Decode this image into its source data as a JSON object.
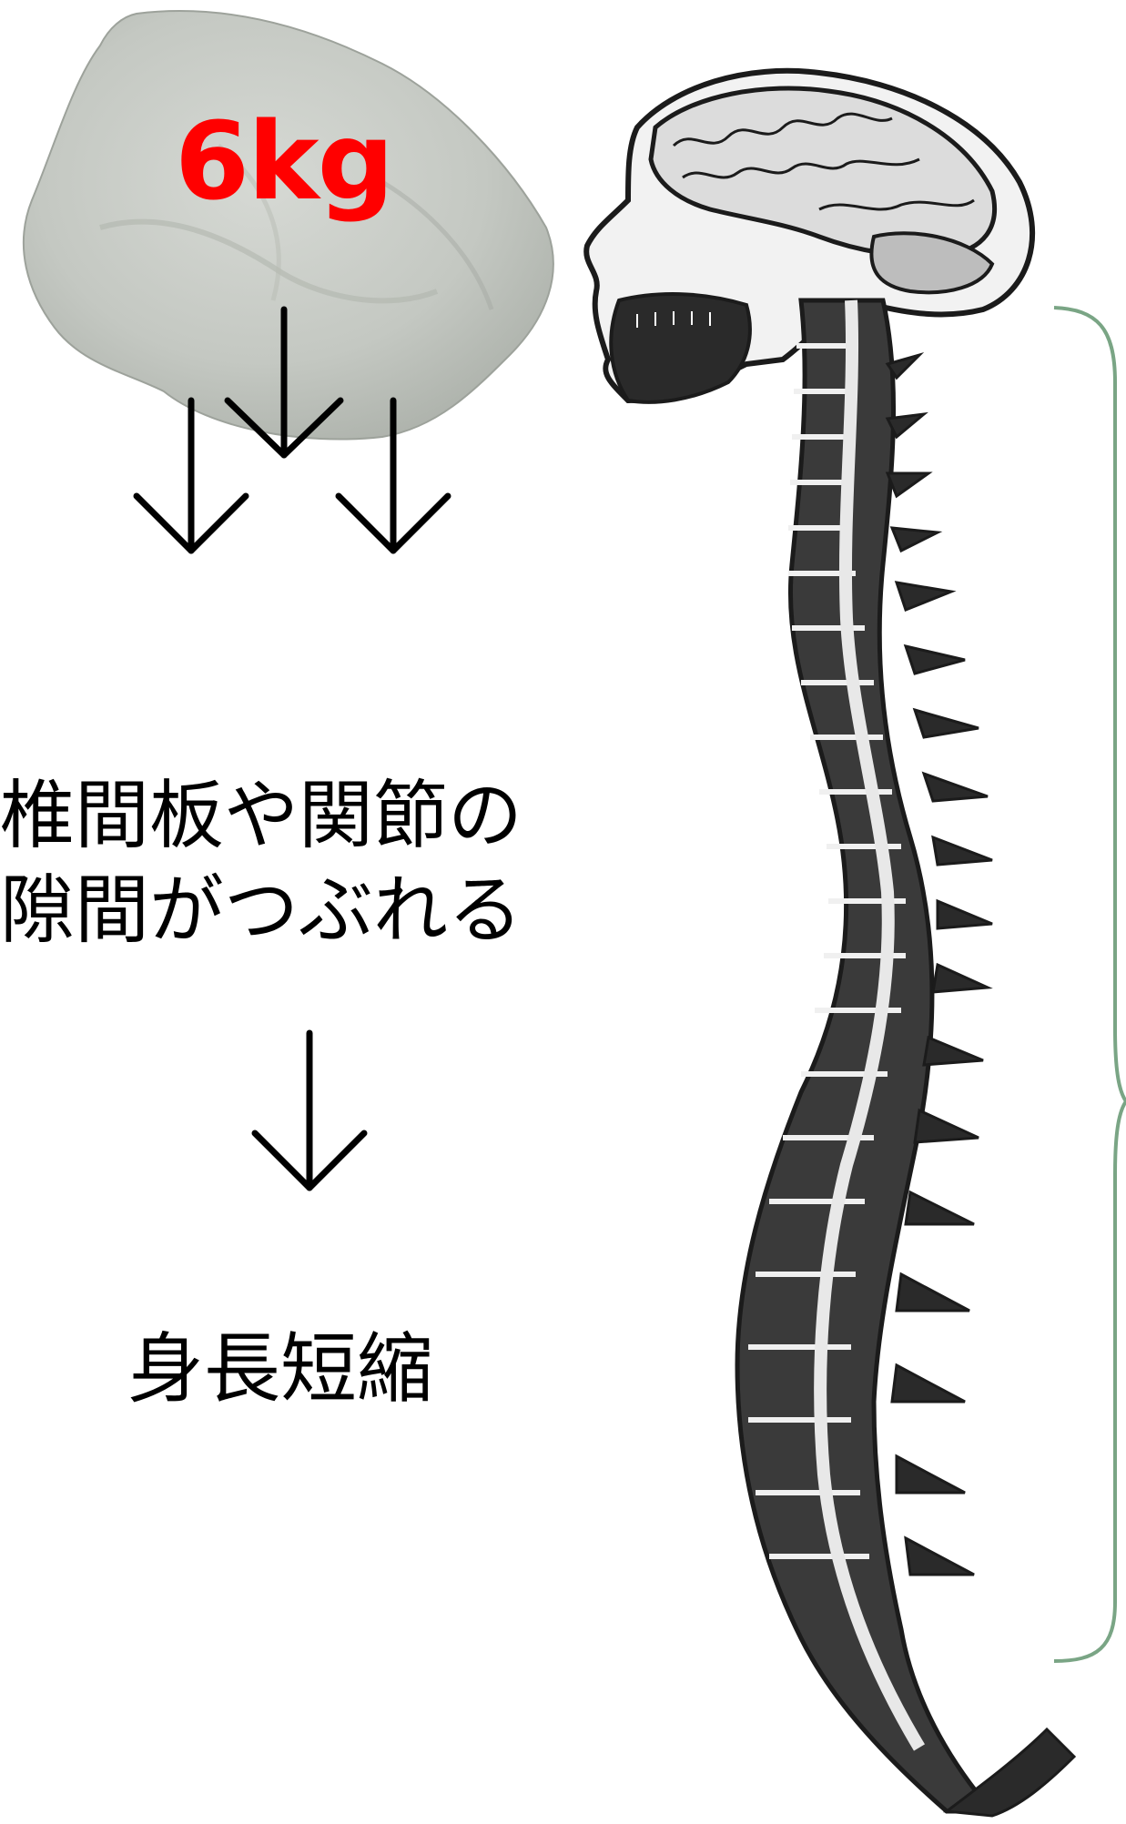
{
  "weight": {
    "label": "6kg",
    "color": "#ff0000"
  },
  "cause_text": {
    "line1": "椎間板や関節の",
    "line2": "隙間がつぶれる"
  },
  "result_text": "身長短縮",
  "colors": {
    "rock": "#c9ccc8",
    "rock_shade": "#aeb3ad",
    "arrow": "#000000",
    "bracket": "#7aa585",
    "spine_ink": "#1b1b1b"
  },
  "icons": [
    "rock-icon",
    "down-arrow-icon",
    "spine-illustration",
    "curly-brace-icon"
  ]
}
